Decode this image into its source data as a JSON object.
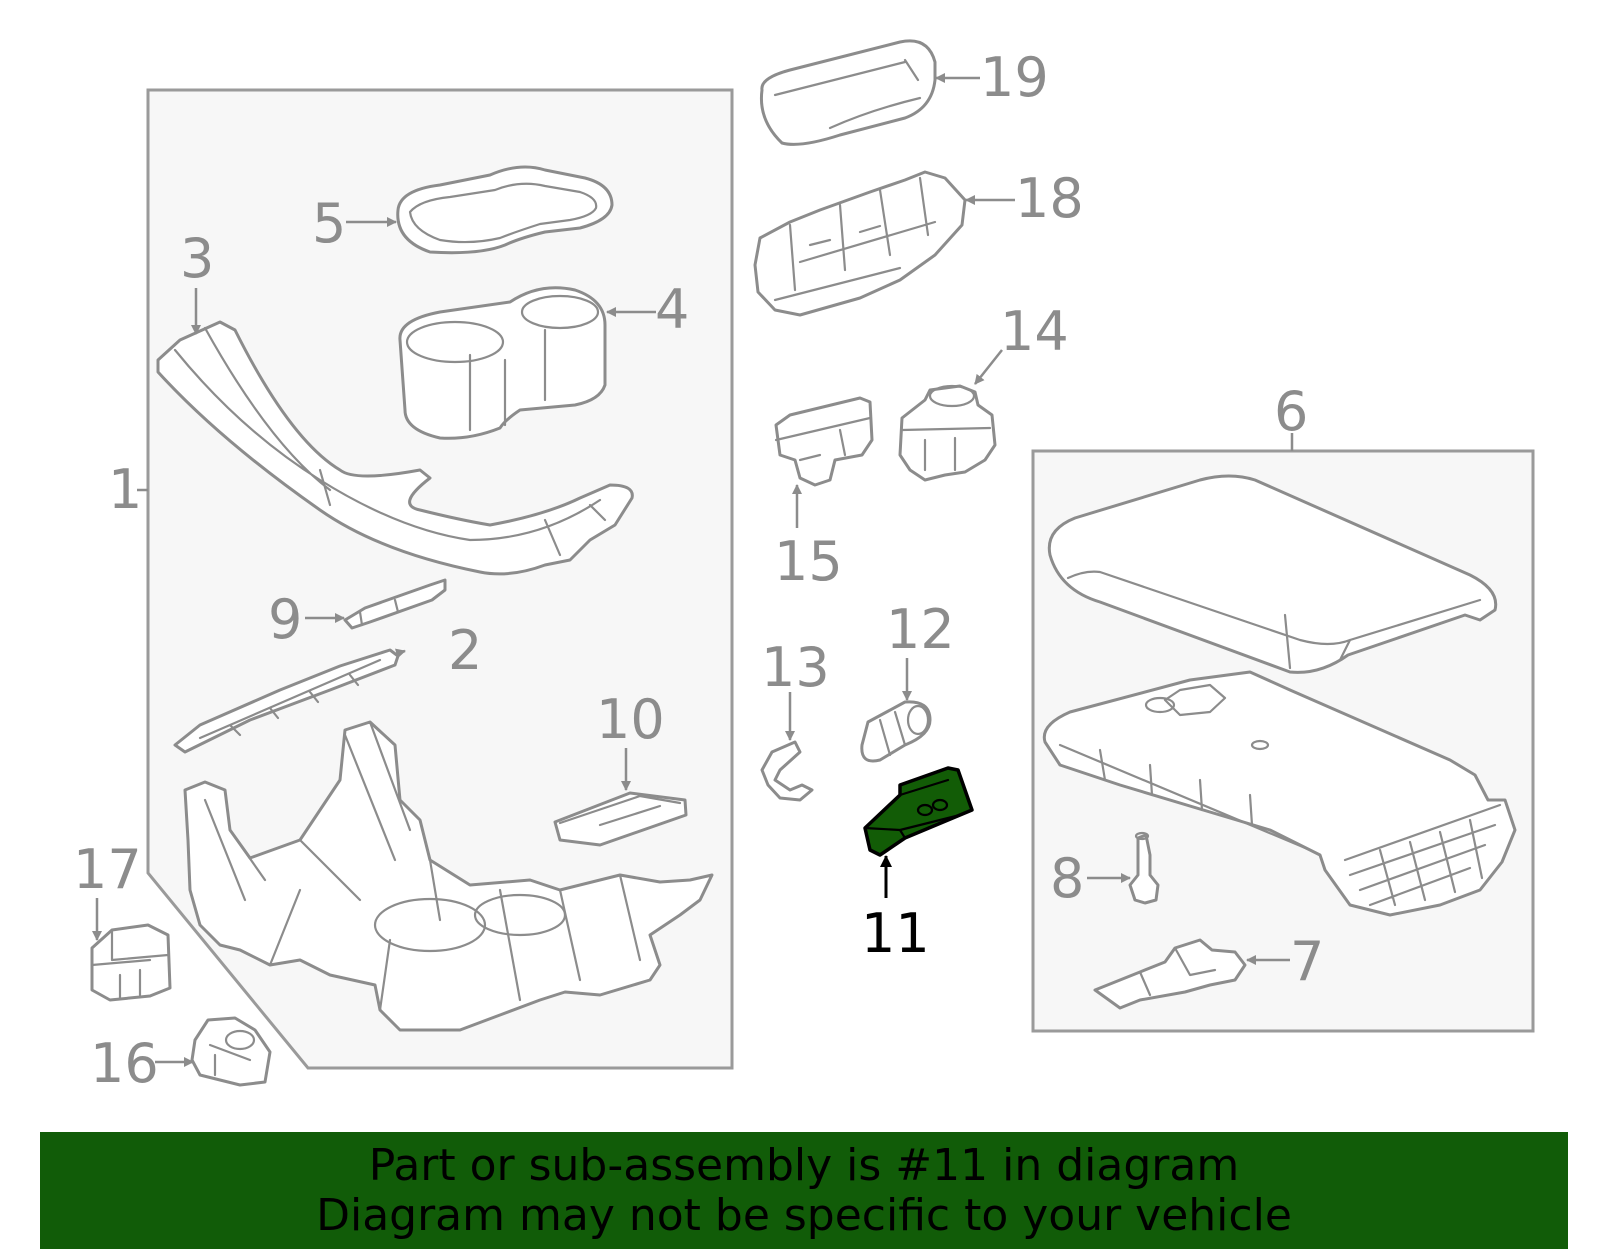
{
  "colors": {
    "highlight_part": "#125c06",
    "banner_background": "#115c08",
    "outline_gray": "#8c8c8c",
    "frame_fill": "#f7f7f7"
  },
  "callouts": {
    "c1": "1",
    "c2": "2",
    "c3": "3",
    "c4": "4",
    "c5": "5",
    "c6": "6",
    "c7": "7",
    "c8": "8",
    "c9": "9",
    "c10": "10",
    "c11": "11",
    "c12": "12",
    "c13": "13",
    "c14": "14",
    "c15": "15",
    "c16": "16",
    "c17": "17",
    "c18": "18",
    "c19": "19"
  },
  "highlighted_callout": "11",
  "banner": {
    "line1": "Part or sub-assembly is #11 in diagram",
    "line2": "Diagram may not be specific to your vehicle"
  }
}
